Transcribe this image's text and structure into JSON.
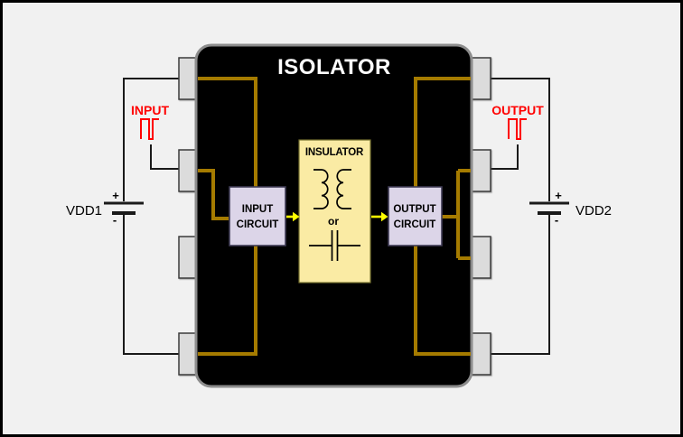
{
  "colors": {
    "background": "#F1F1F1",
    "chip_fill": "#000000",
    "chip_border": "#8C8C8C",
    "pin_fill": "#DCDCDC",
    "wire_internal": "#A57B00",
    "wire_external": "#1A1A1A",
    "arrow": "#FFFF00",
    "signal": "#FF0000",
    "insulator_fill": "#FAEBA4",
    "circuit_block_fill": "#DCD5E8",
    "title_color": "#FFFFFF"
  },
  "chip": {
    "title": "ISOLATOR"
  },
  "blocks": {
    "input_circuit": {
      "line1": "INPUT",
      "line2": "CIRCUIT"
    },
    "insulator": {
      "title": "INSULATOR",
      "or_label": "or"
    },
    "output_circuit": {
      "line1": "OUTPUT",
      "line2": "CIRCUIT"
    }
  },
  "signals": {
    "input": {
      "label": "INPUT"
    },
    "output": {
      "label": "OUTPUT"
    }
  },
  "supplies": {
    "vdd1": {
      "label": "VDD1",
      "plus": "+",
      "minus": "-"
    },
    "vdd2": {
      "label": "VDD2",
      "plus": "+",
      "minus": "-"
    }
  }
}
